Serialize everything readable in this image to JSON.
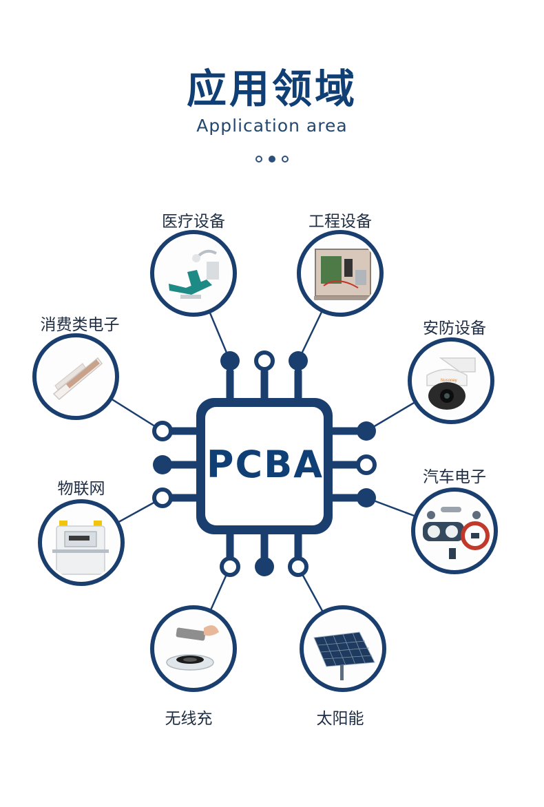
{
  "header": {
    "title": "应用领域",
    "subtitle": "Application area"
  },
  "pagination": {
    "count": 3,
    "active": 1
  },
  "chip": {
    "label": "PCBA"
  },
  "applications": [
    {
      "label": "医疗设备",
      "icon": "dental-chair-icon"
    },
    {
      "label": "工程设备",
      "icon": "industrial-cabinet-icon"
    },
    {
      "label": "消费类电子",
      "icon": "hair-straightener-icon"
    },
    {
      "label": "安防设备",
      "icon": "security-camera-icon"
    },
    {
      "label": "物联网",
      "icon": "gas-meter-icon"
    },
    {
      "label": "汽车电子",
      "icon": "car-dashboard-icon"
    },
    {
      "label": "无线充",
      "icon": "wireless-charger-icon"
    },
    {
      "label": "太阳能",
      "icon": "solar-panel-icon"
    }
  ],
  "colors": {
    "primary": "#0f3f74",
    "line": "#1a3f6e",
    "text": "#1e2d43"
  }
}
